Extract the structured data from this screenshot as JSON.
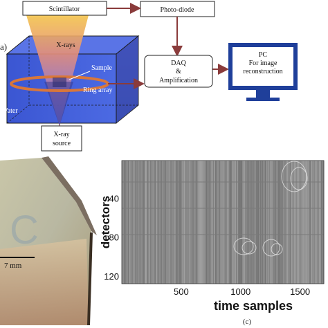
{
  "panels": {
    "a": {
      "label": "a)",
      "scintillator": "Scintillator",
      "photodiode": "Photo-diode",
      "xrays": "X-rays",
      "sample": "Sample",
      "ring_array": "Ring array",
      "water": "Water",
      "daq_line1": "DAQ",
      "daq_line2": "&",
      "daq_line3": "Amplification",
      "pc_line1": "PC",
      "pc_line2": "For image",
      "pc_line3": "reconstruction",
      "xray_source_line1": "X-ray",
      "xray_source_line2": "source"
    },
    "b": {
      "scale_text": "7 mm",
      "letter": "C"
    },
    "c": {
      "label": "(c)"
    }
  },
  "colors": {
    "arrow": "#8a3b3b",
    "ring": "#d9773a",
    "tank_front": "#3f5bd6",
    "tank_side": "#2f45b8",
    "monitor_frame": "#1f3f9a"
  },
  "chart_data": {
    "type": "heatmap",
    "xlabel": "time samples",
    "ylabel": "detectors",
    "xlim": [
      0,
      1700
    ],
    "ylim": [
      128,
      1
    ],
    "xticks": [
      500,
      1000,
      1500
    ],
    "yticks": [
      40,
      80,
      120
    ]
  }
}
